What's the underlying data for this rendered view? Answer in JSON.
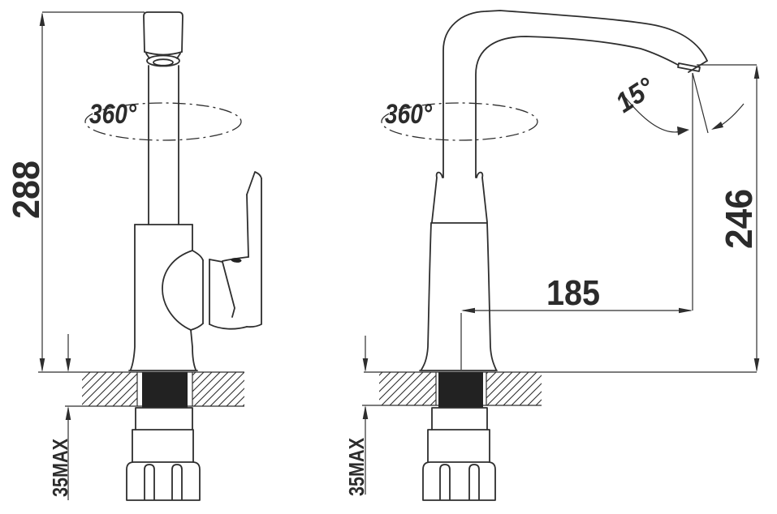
{
  "drawing": {
    "background": "#ffffff",
    "line_color": "#2e2e2e",
    "description": "kitchen-faucet-installation-dimension-drawing",
    "views": {
      "left": {
        "name": "front-view",
        "height_dim": "288",
        "swivel_label": "360°",
        "deck_thickness_label": "35MAX"
      },
      "right": {
        "name": "side-view",
        "swivel_label": "360°",
        "spout_tilt_label": "15°",
        "spout_reach_dim": "185",
        "spout_height_dim": "246",
        "deck_thickness_label": "35MAX"
      }
    }
  }
}
